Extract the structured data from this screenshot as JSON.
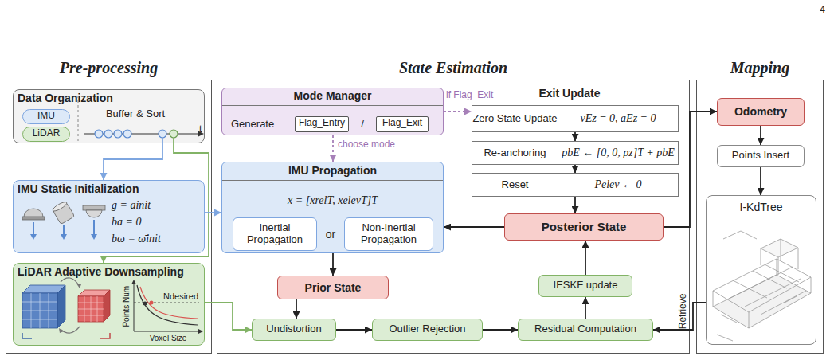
{
  "diagram": {
    "nodes": [
      {
        "text": [
          "Pre-processing"
        ]
      },
      {
        "text": [
          "Data Organization",
          "Buffer & Sort"
        ],
        "in": 0
      },
      {
        "text": [
          "IMU"
        ],
        "in": 1
      },
      {
        "text": [
          "LiDAR"
        ],
        "in": 1
      },
      {
        "text": [
          "IMU Static Initialization",
          "g = āinit",
          "ba = 0",
          "bω = ω̄init"
        ],
        "in": 0
      },
      {
        "text": [
          "LiDAR Adaptive Downsampling"
        ],
        "in": 0
      },
      {
        "text": [
          "State Estimation"
        ]
      },
      {
        "text": [
          "Mode Manager",
          "Generate",
          "/"
        ],
        "in": 6
      },
      {
        "text": [
          "Flag_Entry"
        ],
        "in": 7
      },
      {
        "text": [
          "Flag_Exit"
        ],
        "in": 7
      },
      {
        "text": [
          "IMU Propagation",
          "x = [xrelT, xelevT]T",
          "or"
        ],
        "in": 6
      },
      {
        "text": [
          "Inertial Propagation"
        ],
        "in": 10
      },
      {
        "text": [
          "Non-Inertial Propagation"
        ],
        "in": 10
      },
      {
        "text": [
          "Prior State"
        ],
        "in": 6
      },
      {
        "text": [
          "Zero State Update",
          "vEz = 0, aEz = 0"
        ],
        "in": 6
      },
      {
        "text": [
          "Re-anchoring",
          "pbE ← [0, 0, pz]T + pbE"
        ],
        "in": 6
      },
      {
        "text": [
          "Reset",
          "Pelev ← 0"
        ],
        "in": 6
      },
      {
        "text": [
          "Posterior State"
        ],
        "in": 6
      },
      {
        "text": [
          "IESKF update"
        ],
        "in": 6
      },
      {
        "text": [
          "Undistortion"
        ],
        "in": 6
      },
      {
        "text": [
          "Outlier Rejection"
        ],
        "in": 6
      },
      {
        "text": [
          "Residual Computation"
        ],
        "in": 6
      },
      {
        "text": [
          "Mapping"
        ]
      },
      {
        "text": [
          "Odometry"
        ],
        "in": 22
      },
      {
        "text": [
          "Points Insert"
        ],
        "in": 22
      },
      {
        "text": [
          "I-KdTree"
        ],
        "in": 22
      }
    ],
    "edges": [
      {
        "from": 1,
        "to": 4,
        "arrow": "to"
      },
      {
        "from": 1,
        "to": 5,
        "arrow": "to"
      },
      {
        "from": 4,
        "to": 10,
        "arrow": "to"
      },
      {
        "from": 5,
        "to": 19,
        "arrow": "to"
      },
      {
        "from": 7,
        "to": 10,
        "label": "choose mode",
        "arrow": "to"
      },
      {
        "from": 7,
        "to": 14,
        "label": "if Flag_Exit",
        "arrow": "to"
      },
      {
        "from": 10,
        "to": 13,
        "arrow": "to"
      },
      {
        "from": 13,
        "to": 19,
        "arrow": "to"
      },
      {
        "from": 19,
        "to": 20,
        "arrow": "to"
      },
      {
        "from": 20,
        "to": 21,
        "arrow": "to"
      },
      {
        "from": 21,
        "to": 18,
        "arrow": "to"
      },
      {
        "from": 18,
        "to": 17,
        "arrow": "to"
      },
      {
        "from": 14,
        "to": 15,
        "arrow": "to"
      },
      {
        "from": 15,
        "to": 16,
        "arrow": "to"
      },
      {
        "from": 16,
        "to": 17,
        "arrow": "to"
      },
      {
        "from": 17,
        "to": 10,
        "arrow": "to"
      },
      {
        "from": 17,
        "to": 23,
        "arrow": "to"
      },
      {
        "from": 23,
        "to": 24,
        "arrow": "to"
      },
      {
        "from": 24,
        "to": 25,
        "arrow": "to"
      },
      {
        "from": 25,
        "to": 21,
        "label": "Retrieve",
        "arrow": "to"
      }
    ],
    "labels": [
      "4",
      "Exit Update",
      "t",
      "Ndesired",
      "Points Num",
      "Voxel Size"
    ]
  }
}
